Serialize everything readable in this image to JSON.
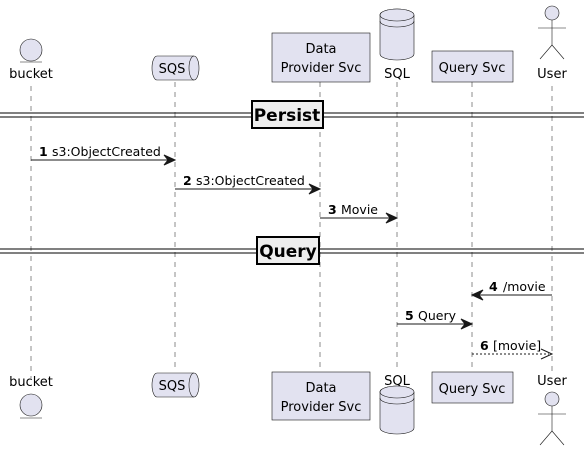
{
  "participants": {
    "bucket": {
      "label": "bucket"
    },
    "sqs": {
      "label": "SQS"
    },
    "dps": {
      "line1": "Data",
      "line2": "Provider Svc"
    },
    "sql": {
      "label": "SQL"
    },
    "qsvc": {
      "label": "Query Svc"
    },
    "user": {
      "label": "User"
    }
  },
  "dividers": {
    "persist": "Persist",
    "query": "Query"
  },
  "messages": [
    {
      "num": "1",
      "text": "s3:ObjectCreated"
    },
    {
      "num": "2",
      "text": "s3:ObjectCreated"
    },
    {
      "num": "3",
      "text": "Movie"
    },
    {
      "num": "4",
      "text": "/movie"
    },
    {
      "num": "5",
      "text": "Query"
    },
    {
      "num": "6",
      "text": "[movie]"
    }
  ],
  "colors": {
    "participant_fill": "#e2e2f0",
    "line": "#181818",
    "divider_fill": "#eeeeee"
  }
}
